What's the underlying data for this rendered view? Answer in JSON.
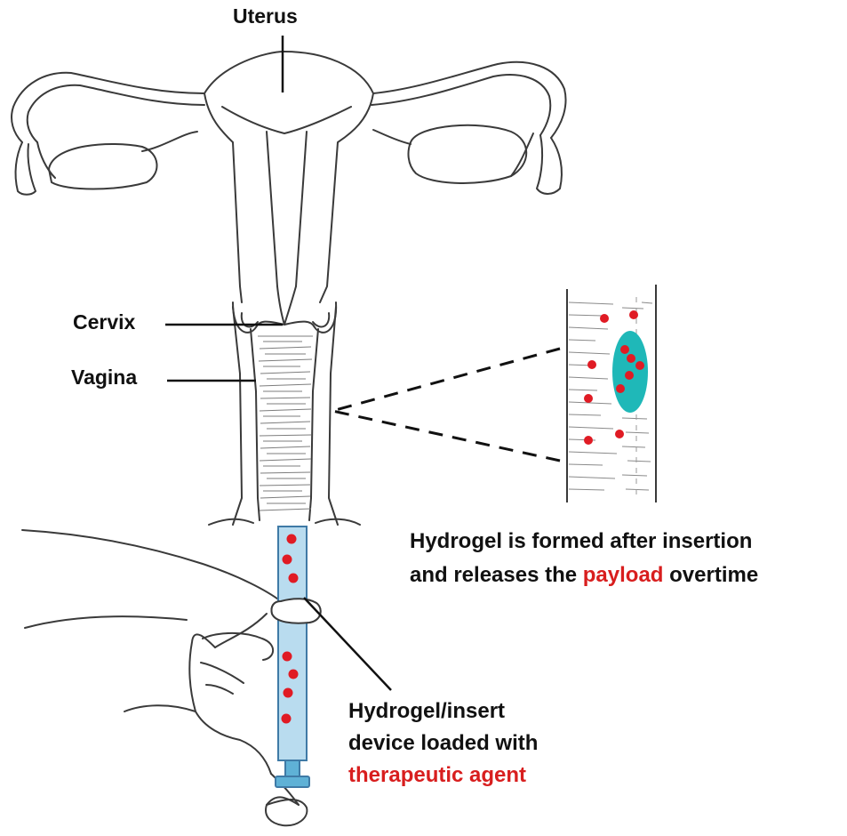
{
  "labels": {
    "uterus": "Uterus",
    "cervix": "Cervix",
    "vagina": "Vagina"
  },
  "captions": {
    "hydrogel_line1": "Hydrogel is formed after insertion",
    "hydrogel_line2_pre": "and releases the ",
    "hydrogel_line2_highlight": "payload",
    "hydrogel_line2_post": " overtime",
    "device_line1": "Hydrogel/insert",
    "device_line2": "device loaded with",
    "device_line3_highlight": "therapeutic agent"
  },
  "colors": {
    "outline": "#3a3a3a",
    "leader_line": "#111111",
    "payload_dot": "#e01b24",
    "hydrogel_blob": "#1fb8b8",
    "device_fill": "#b9dcef",
    "device_tip": "#5fb1d6",
    "highlight_text": "#d81e1e"
  }
}
